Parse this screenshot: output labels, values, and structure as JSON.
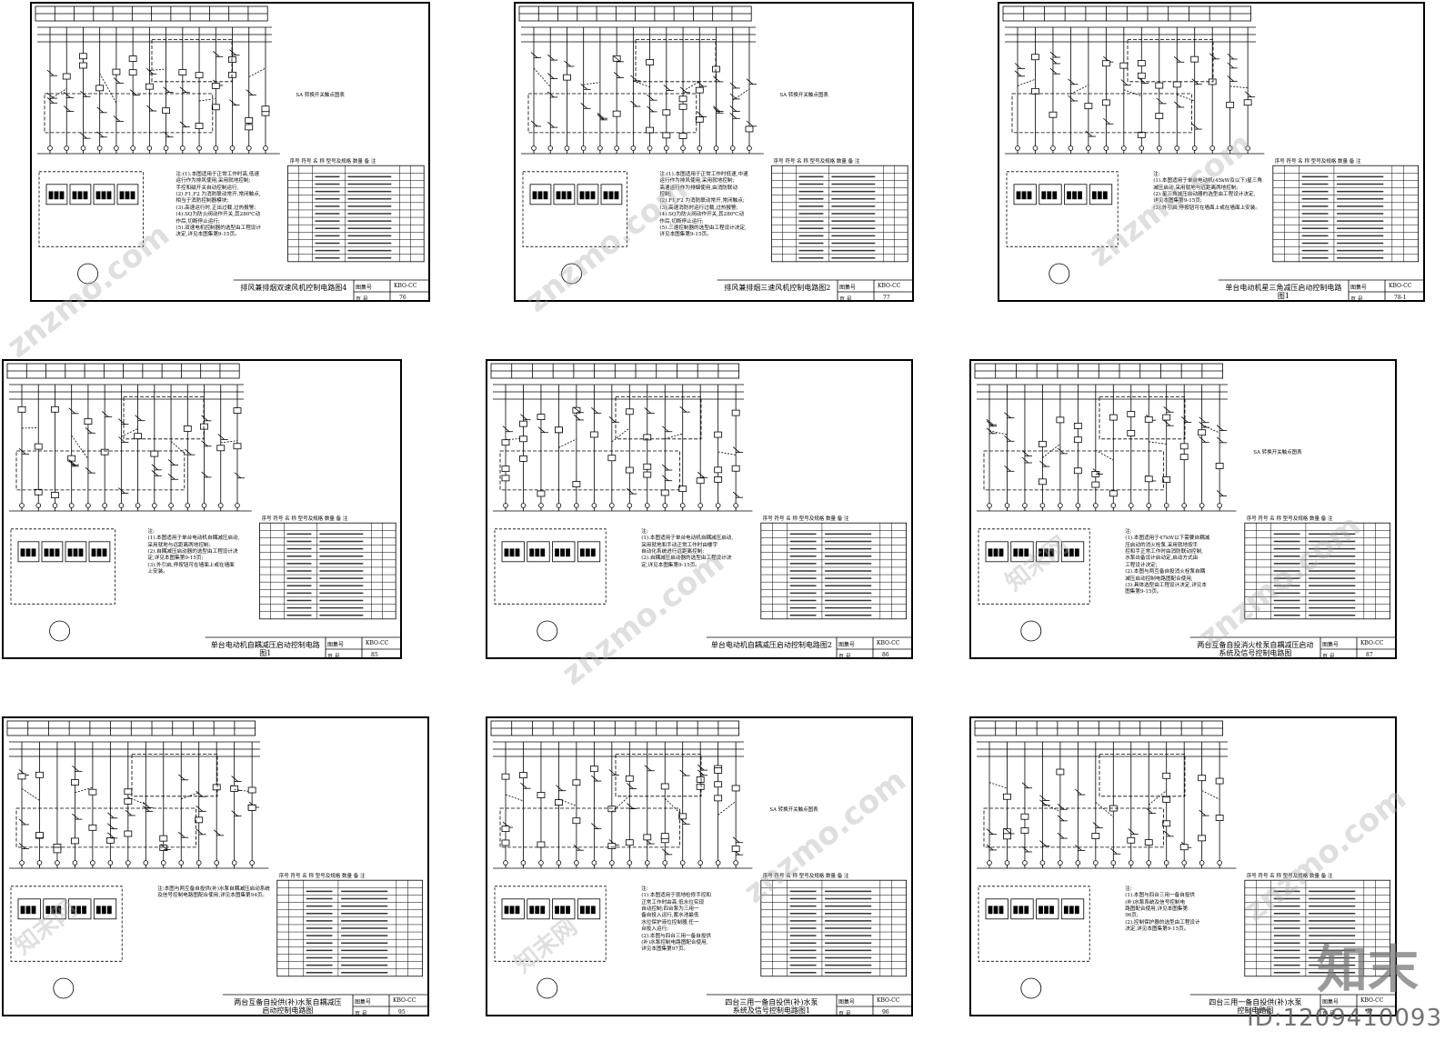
{
  "sheets": [
    {
      "id": "s76",
      "title": "排风兼排烟双速风机控制电路图4",
      "page": "76",
      "atlas": "KBO-CC",
      "atlas_label": "图集号",
      "page_label": "页 号",
      "note": "注:(1).本图适用于正常工作时高,低速\n运行作为排风使用,采用就地控制;\n手控和磁开关自动控制运行,\n(2).F1,F2 为消防联动常开,常闭触点,\n相当于消防控制器模块;\n(3).高速运行时,正出过载,过热报警;\n(4).SQ为防火阀动作开关,其280℃动\n作后,切断停止运行;\n(5).双速电机控制器的选型由工程设计\n决定,详见本图集第9-15页。",
      "legend": "SA 转换开关触点图表",
      "parts_header": [
        "序号",
        "符号",
        "名  称",
        "型号及规格",
        "数量",
        "备 注"
      ]
    },
    {
      "id": "s77",
      "title": "排风兼排烟三速风机控制电路图2",
      "page": "77",
      "atlas": "KBO-CC",
      "atlas_label": "图集号",
      "page_label": "页 号",
      "note": "注:(1).本图适用于正常工作时低速,中速\n运行作为排风使用,采用就地控制;\n高速运行作为排烟使用,由消防联动\n控制;\n(2).F1,F2 为消防联动常开,常闭触点;\n(3).高速消防时运行过载,过热报警;\n(4).SQ为防火阀动作开关,其280℃动\n作后,切断停止运行;\n(5).三速控制器的选型由工程设计决定,\n详见本图集第9-15页。",
      "legend": "SA 转换开关触点图表",
      "parts_header": [
        "序号",
        "符号",
        "名  称",
        "型号及规格",
        "数量",
        "备 注"
      ]
    },
    {
      "id": "s78",
      "title": "单台电动机星三角减压启动控制电路图1",
      "page": "78-1",
      "atlas": "KBO-CC",
      "atlas_label": "图集号",
      "page_label": "页 号",
      "note": "注:\n(1).本图适用于单台电动机(45kW及以下)星三角\n减压启动,采用就地与远距离两地控制;\n(2).星三角减压启动器的选型由工程设计决定,\n详见本图集第9-15页;\n(3).外引启,停按钮可在墙面上或在墙面上安装。",
      "legend": "",
      "parts_header": [
        "序号",
        "符号",
        "名  称",
        "型号及规格",
        "数量",
        "备 注"
      ]
    },
    {
      "id": "s85",
      "title": "单台电动机自耦减压启动控制电路图1",
      "page": "85",
      "atlas": "KBO-CC",
      "atlas_label": "图集号",
      "page_label": "页 号",
      "note": "注:\n(1).本图适用于单台电动机自耦减压启动,\n采用就地与远距离两地控制;\n(2).自耦减压启动器的选型由工程设计决\n定,详见本图集第9-15页;\n(3).外引启,停按钮可在墙面上或在墙面\n上安装。",
      "legend": "",
      "parts_header": [
        "序号",
        "符号",
        "名  称",
        "型号及规格",
        "数量",
        "备 注"
      ]
    },
    {
      "id": "s86",
      "title": "单台电动机自耦减压启动控制电路图2",
      "page": "86",
      "atlas": "KBO-CC",
      "atlas_label": "图集号",
      "page_label": "页 号",
      "note": "注:\n(1).本图适用于单台电动机自耦减压启动,\n采用就地和手动正常工作时由楼宇\n自动化系统进行远距离控制;\n(2).自耦减压启动器的选型由工程设计决\n定,详见本图集第9-15页。",
      "legend": "",
      "parts_header": [
        "序号",
        "符号",
        "名  称",
        "型号及规格",
        "数量",
        "备 注"
      ]
    },
    {
      "id": "s87",
      "title": "两台互备自投消火栓泵自耦减压启动\n系统及信号控制电路图",
      "page": "87",
      "atlas": "KBO-CC",
      "atlas_label": "图集号",
      "page_label": "页 号",
      "note": "注:\n(1).本图适用于47kW以下需要自耦减\n压启动的消火栓泵,采用就地按手\n控和手正常工作时由消防联动控制,\n水泵出备设计启动定,启动方式由\n工程设计决定;\n(2).本图与两互备自投消火栓泵自耦\n减压启动控制电路图配合使用,\n(3).具体选型由工程设计决定,详见本\n图集第9-15页。",
      "legend": "SA 转换开关触点图表",
      "parts_header": [
        "序号",
        "符号",
        "名  称",
        "型号及规格",
        "数量",
        "备 注"
      ]
    },
    {
      "id": "s95",
      "title": "两台互备自投供(补)水泵自耦减压\n启动控制电路图",
      "page": "95",
      "atlas": "KBO-CC",
      "atlas_label": "图集号",
      "page_label": "页 号",
      "note": "注:本图与两互备自投供(补)水泵自耦减压启动系统\n及信号控制电路图配合使用,详见本图集第94页。",
      "legend": "",
      "parts_header": [
        "序号",
        "符号",
        "名  称",
        "型号及规格",
        "数量",
        "备 注"
      ]
    },
    {
      "id": "s96",
      "title": "四台三用一备自投供(补)水泵\n系统及信号控制电路图1",
      "page": "96",
      "atlas": "KBO-CC",
      "atlas_label": "图集号",
      "page_label": "页 号",
      "note": "注:\n(1).本图适用于就地检修手控和\n正常工作时由高,低水位实现\n自动控制;四台泵为三用一\n备自投入运行,蓄水池最低\n水位保护液位控制器,任一\n台投入运行;\n(2).本图与四台三用一备自投供\n(补)水泵控制电路图配合使用,\n详见本图集第97页。",
      "legend": "SA 转换开关触点图表",
      "parts_header": [
        "序号",
        "符号",
        "名  称",
        "型号及规格",
        "数量",
        "备 注"
      ]
    },
    {
      "id": "s97",
      "title": "四台三用一备自投供(补)水泵\n控制电路图",
      "page": "97",
      "atlas": "KBO-CC",
      "atlas_label": "图集号",
      "page_label": "页 号",
      "note": "注:\n(1).本图与四台三用一备自投供\n(补)水泵系统及信号控制电\n路图配合使用,详见本图集第\n96页;\n(2).控制保护器的选型由工程设计\n决定,详见本图集第9-15页。",
      "legend": "",
      "parts_header": [
        "序号",
        "符号",
        "名  称",
        "型号及规格",
        "数量",
        "备 注"
      ]
    }
  ],
  "watermark": "znzmo.com",
  "watermark_cn": "知末网",
  "logo": "知末",
  "id_text": "ID:1209410093"
}
